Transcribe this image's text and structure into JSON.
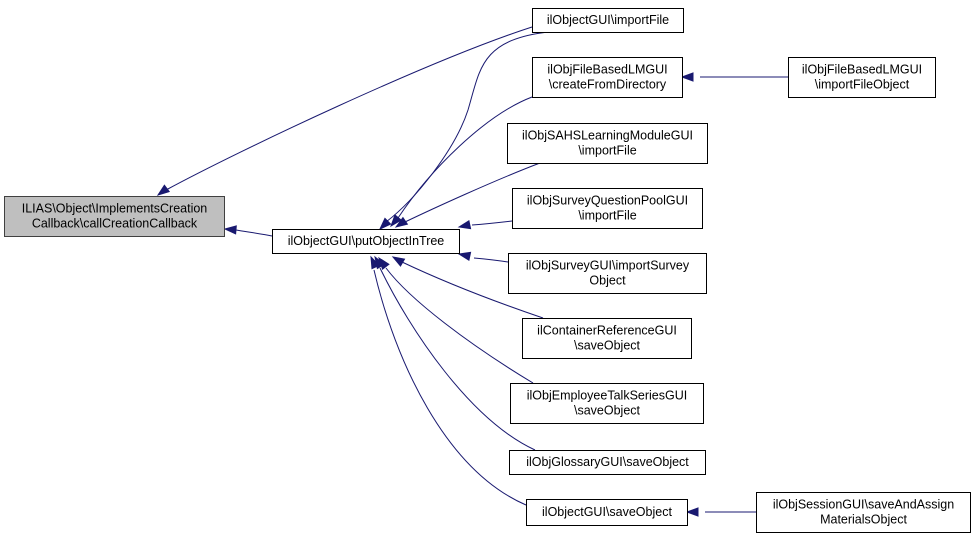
{
  "diagram": {
    "type": "doxygen-caller-graph",
    "edge_color": "#191970",
    "root_fill": "#bfbfbf",
    "nodes": [
      {
        "id": "root",
        "lines": [
          "ILIAS\\Object\\ImplementsCreation",
          "Callback\\callCreationCallback"
        ],
        "highlighted": true
      },
      {
        "id": "put",
        "lines": [
          "ilObjectGUI\\putObjectInTree"
        ]
      },
      {
        "id": "importFile",
        "lines": [
          "ilObjectGUI\\importFile"
        ]
      },
      {
        "id": "createFromDir",
        "lines": [
          "ilObjFileBasedLMGUI",
          "\\createFromDirectory"
        ]
      },
      {
        "id": "importFileObject",
        "lines": [
          "ilObjFileBasedLMGUI",
          "\\importFileObject"
        ]
      },
      {
        "id": "sahs",
        "lines": [
          "ilObjSAHSLearningModuleGUI",
          "\\importFile"
        ]
      },
      {
        "id": "sqp",
        "lines": [
          "ilObjSurveyQuestionPoolGUI",
          "\\importFile"
        ]
      },
      {
        "id": "survey",
        "lines": [
          "ilObjSurveyGUI\\importSurvey",
          "Object"
        ]
      },
      {
        "id": "container",
        "lines": [
          "ilContainerReferenceGUI",
          "\\saveObject"
        ]
      },
      {
        "id": "employee",
        "lines": [
          "ilObjEmployeeTalkSeriesGUI",
          "\\saveObject"
        ]
      },
      {
        "id": "glossary",
        "lines": [
          "ilObjGlossaryGUI\\saveObject"
        ]
      },
      {
        "id": "saveObject",
        "lines": [
          "ilObjectGUI\\saveObject"
        ]
      },
      {
        "id": "session",
        "lines": [
          "ilObjSessionGUI\\saveAndAssign",
          "MaterialsObject"
        ]
      }
    ],
    "edges": [
      {
        "from": "importFile",
        "to": "root"
      },
      {
        "from": "put",
        "to": "root"
      },
      {
        "from": "importFile",
        "to": "put"
      },
      {
        "from": "createFromDir",
        "to": "put"
      },
      {
        "from": "sahs",
        "to": "put"
      },
      {
        "from": "sqp",
        "to": "put"
      },
      {
        "from": "survey",
        "to": "put"
      },
      {
        "from": "container",
        "to": "put"
      },
      {
        "from": "employee",
        "to": "put"
      },
      {
        "from": "glossary",
        "to": "put"
      },
      {
        "from": "saveObject",
        "to": "put"
      },
      {
        "from": "importFileObject",
        "to": "createFromDir"
      },
      {
        "from": "session",
        "to": "saveObject"
      }
    ]
  }
}
